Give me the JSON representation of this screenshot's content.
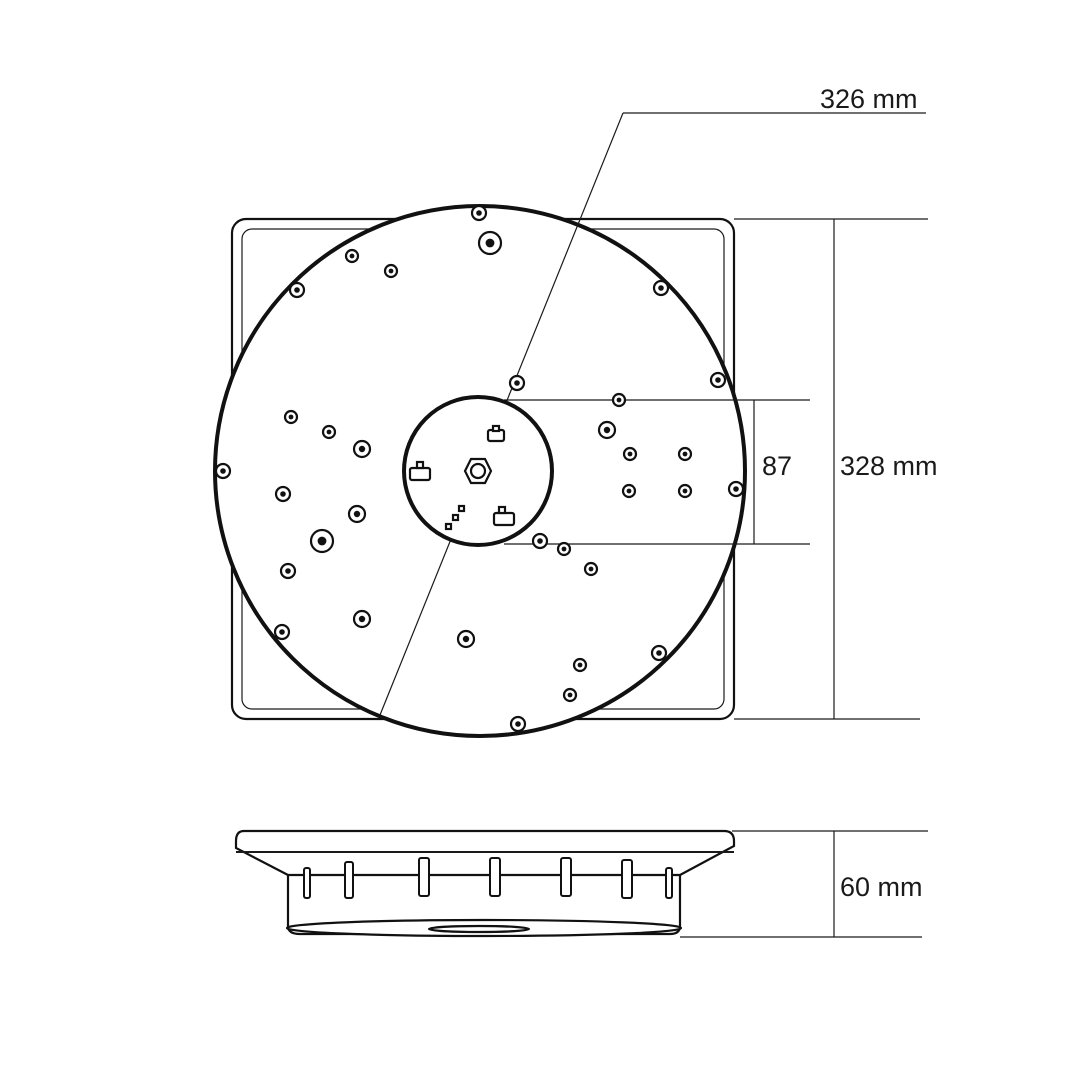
{
  "dimensions": {
    "disc_diameter": "326 mm",
    "base_height": "328 mm",
    "center_diameter": "87",
    "side_height": "60 mm"
  },
  "colors": {
    "line": "#111111",
    "background": "#ffffff"
  }
}
